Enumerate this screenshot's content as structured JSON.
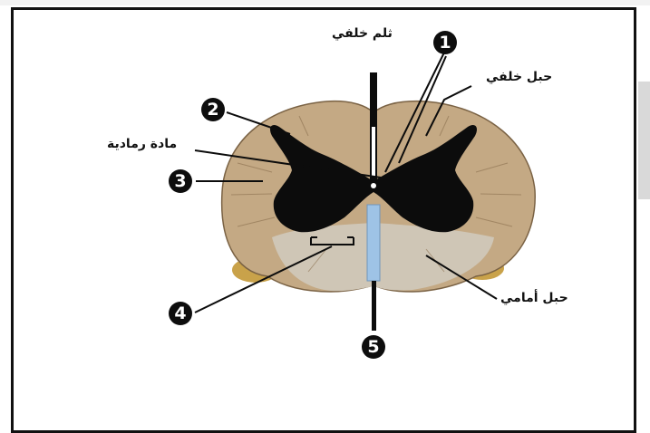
{
  "labels": {
    "dorsal_fissure": "ثلم خلفي",
    "dorsal_column": "حبل خلفي",
    "grey_matter": "مادة رمادية",
    "ventral_column": "حبل أمامي"
  },
  "markers": [
    "1",
    "2",
    "3",
    "4",
    "5"
  ],
  "colors": {
    "white_matter": "#c4a984",
    "grey_matter": "#0c0c0c",
    "anterior_area": "#cfc6b6",
    "nerve_root": "#c9a24a",
    "central_fill": "#9ec3e6",
    "frame": "#111111"
  }
}
